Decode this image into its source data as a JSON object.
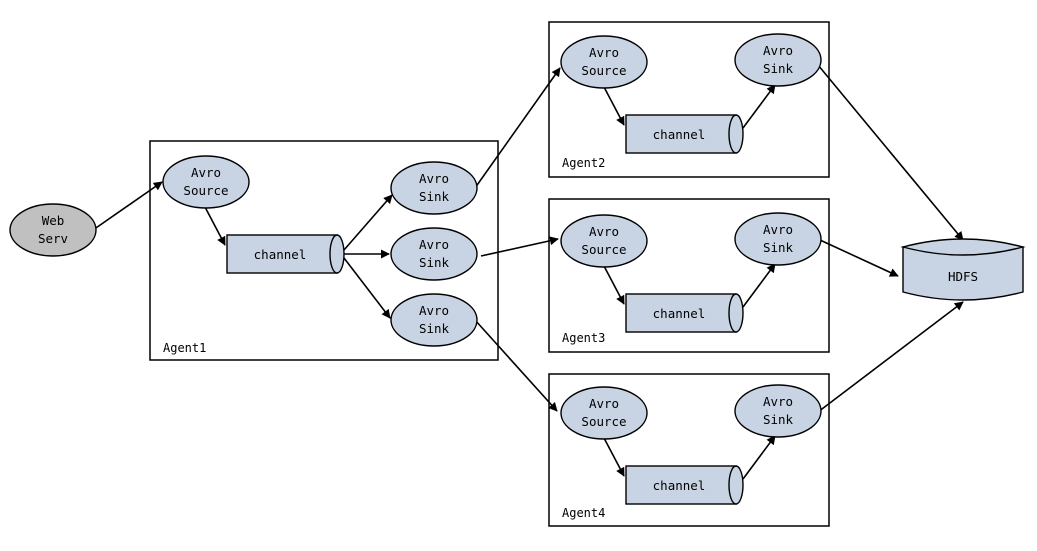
{
  "web_server": {
    "line1": "Web",
    "line2": "Serv"
  },
  "agents": [
    {
      "label": "Agent1",
      "source": {
        "line1": "Avro",
        "line2": "Source"
      },
      "channel": "channel",
      "sinks": [
        {
          "line1": "Avro",
          "line2": "Sink"
        },
        {
          "line1": "Avro",
          "line2": "Sink"
        },
        {
          "line1": "Avro",
          "line2": "Sink"
        }
      ]
    },
    {
      "label": "Agent2",
      "source": {
        "line1": "Avro",
        "line2": "Source"
      },
      "channel": "channel",
      "sink": {
        "line1": "Avro",
        "line2": "Sink"
      }
    },
    {
      "label": "Agent3",
      "source": {
        "line1": "Avro",
        "line2": "Source"
      },
      "channel": "channel",
      "sink": {
        "line1": "Avro",
        "line2": "Sink"
      }
    },
    {
      "label": "Agent4",
      "source": {
        "line1": "Avro",
        "line2": "Source"
      },
      "channel": "channel",
      "sink": {
        "line1": "Avro",
        "line2": "Sink"
      }
    }
  ],
  "hdfs": {
    "label": "HDFS"
  },
  "colors": {
    "node_fill": "#c8d4e3",
    "web_fill": "#c0c0c0",
    "stroke": "#000000"
  }
}
